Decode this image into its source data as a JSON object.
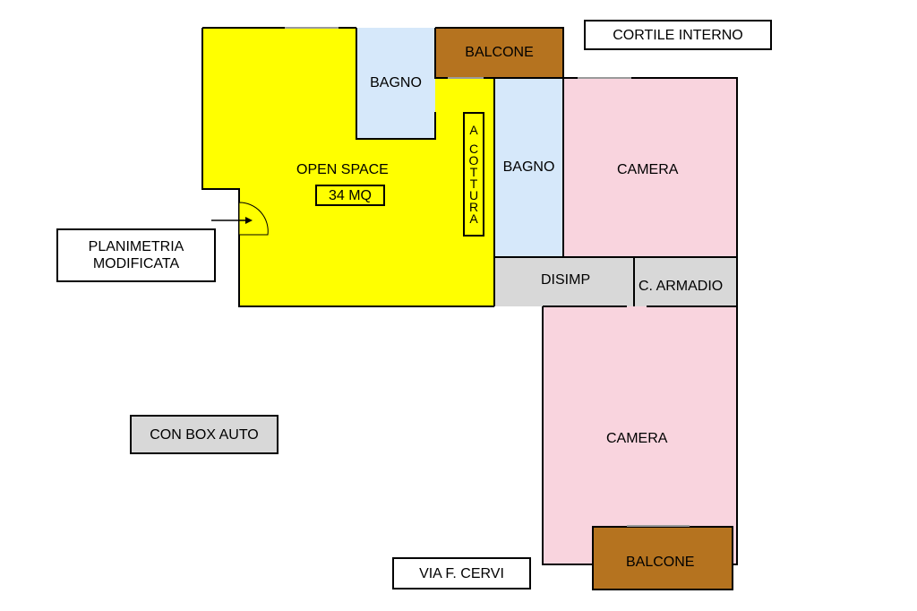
{
  "plan": {
    "open_space": "OPEN SPACE",
    "area": "34 MQ",
    "kitchen_letters": [
      "A",
      "C",
      "O",
      "T",
      "T",
      "U",
      "R",
      "A"
    ],
    "bagno_1": "BAGNO",
    "bagno_2": "BAGNO",
    "balcone_top": "BALCONE",
    "balcone_bottom": "BALCONE",
    "camera_top": "CAMERA",
    "camera_bottom": "CAMERA",
    "disimp": "DISIMP",
    "armadio": "C. ARMADIO"
  },
  "notes": {
    "cortile": "CORTILE INTERNO",
    "planimetria_line1": "PLANIMETRIA",
    "planimetria_line2": "MODIFICATA",
    "box_auto": "CON BOX AUTO",
    "via": "VIA F. CERVI"
  },
  "colors": {
    "open_space": "#ffff00",
    "bagno": "#d6e8fa",
    "balcone": "#b5731f",
    "camera": "#f9d4de",
    "disimp": "#d8d8d8"
  }
}
